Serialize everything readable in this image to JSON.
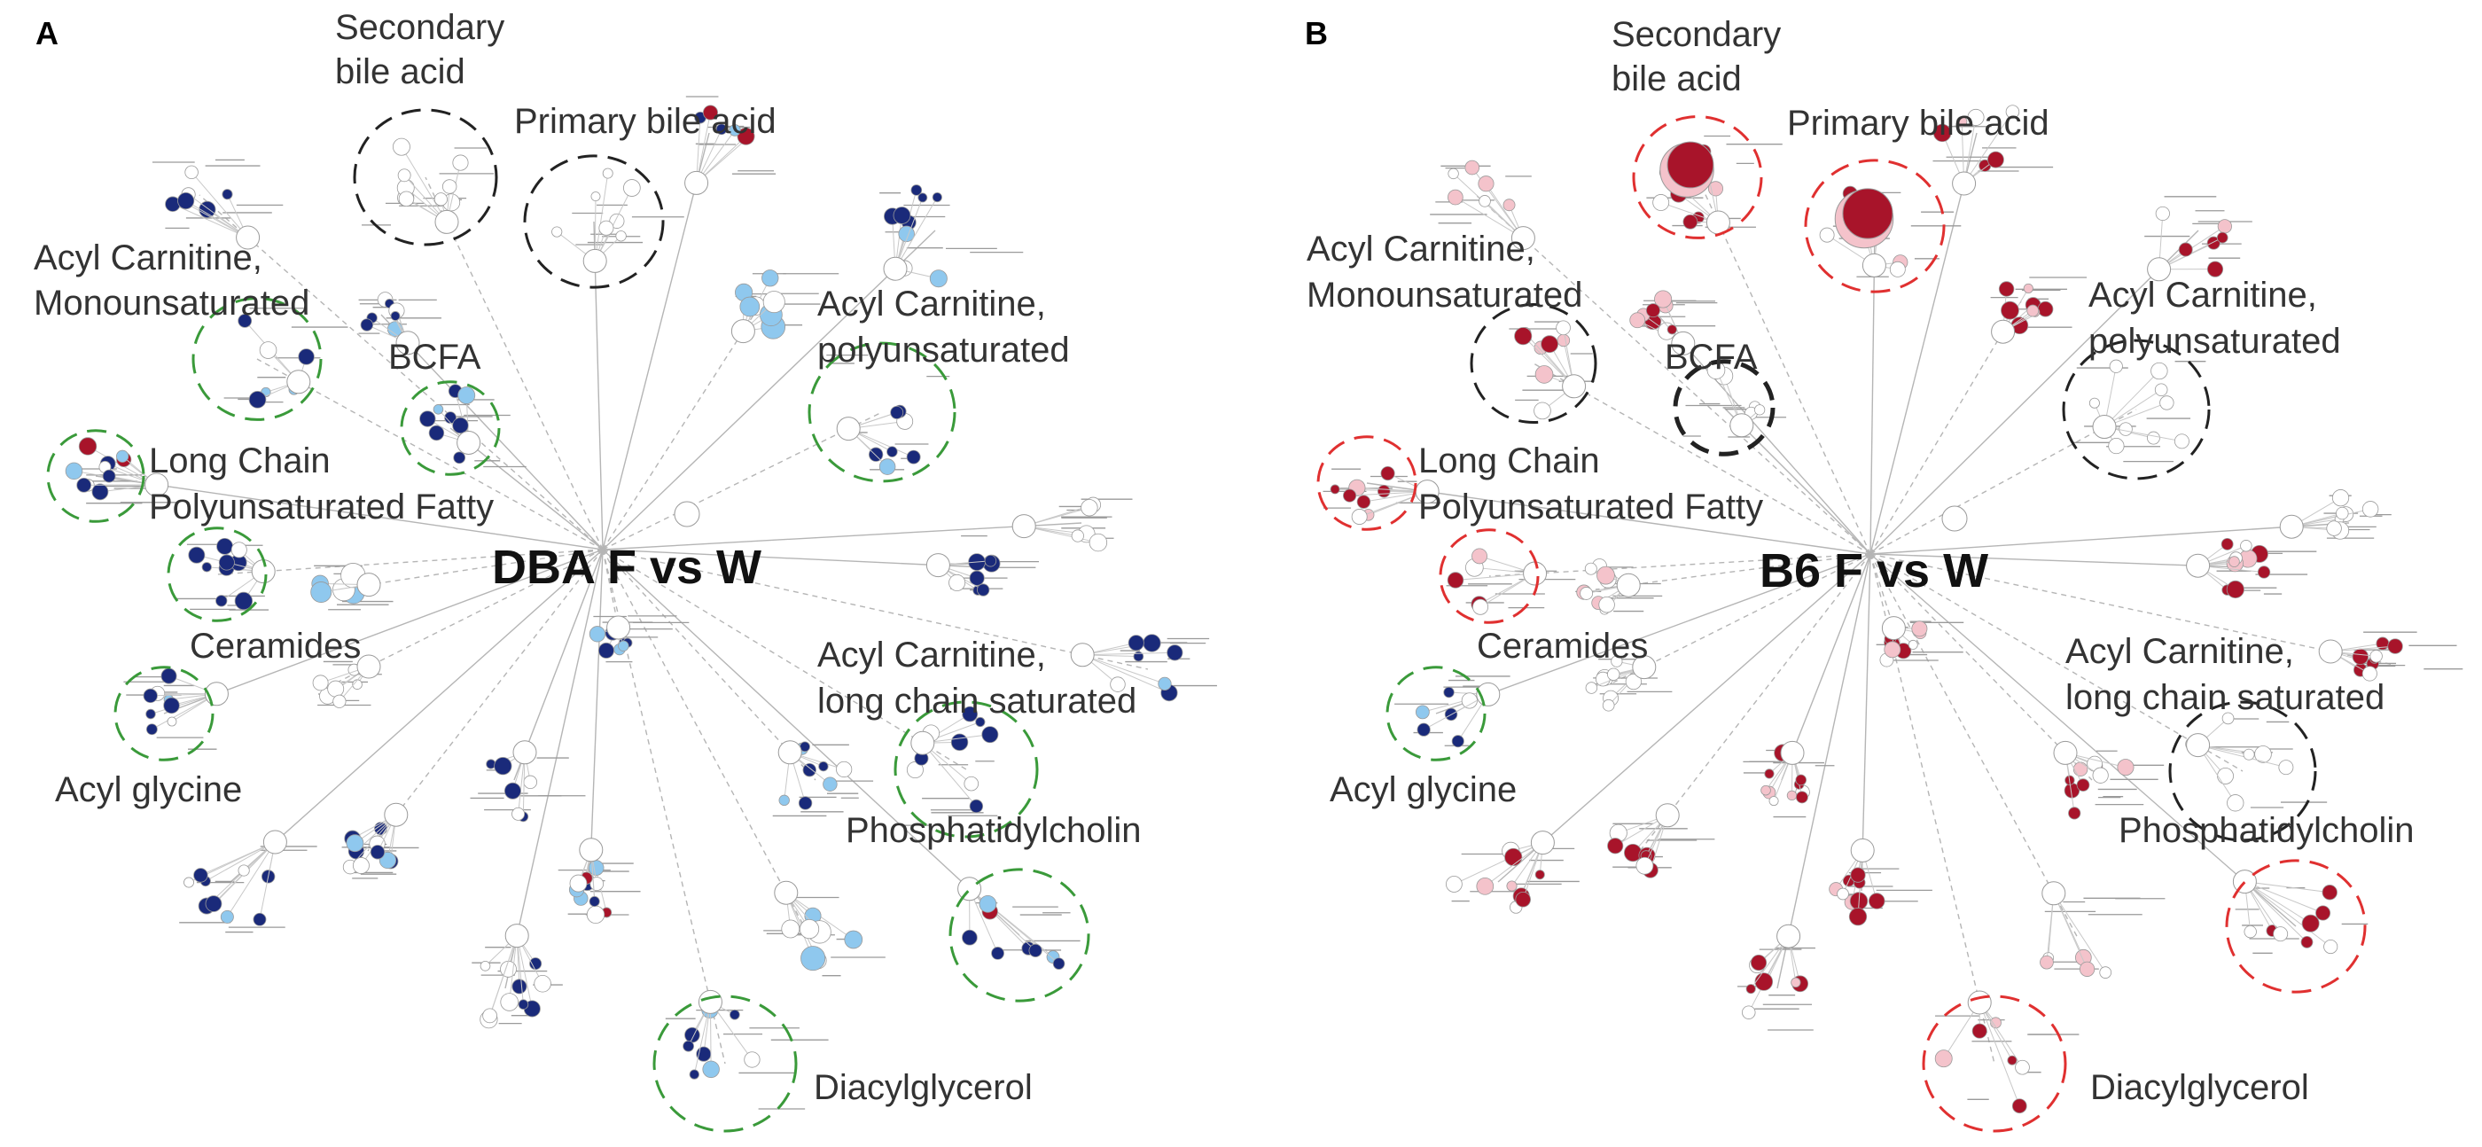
{
  "colors": {
    "background": "#ffffff",
    "edge": "#b5b5b5",
    "node_default": "#ffffff",
    "node_stroke": "#9a9a9a",
    "dark_blue": "#1a2a7a",
    "light_blue": "#8fc8ee",
    "dark_red": "#a8142a",
    "pink": "#f4c3cb",
    "ring_green": "#3a9a3a",
    "ring_red": "#e03030",
    "ring_black": "#222222",
    "tiny_text": "#9a9a9a"
  },
  "panels": [
    {
      "letter": "A",
      "title": "DBA F vs W",
      "labels": {
        "secondary_bile_acid": [
          "Secondary",
          "bile acid"
        ],
        "primary_bile_acid": [
          "Primary bile acid"
        ],
        "acyl_carnitine_mono": [
          "Acyl Carnitine,",
          "Monounsaturated"
        ],
        "bcfa": [
          "BCFA"
        ],
        "acyl_carnitine_poly": [
          "Acyl Carnitine,",
          "polyunsaturated"
        ],
        "long_chain_pufa": [
          "Long Chain",
          "Polyunsaturated Fatty"
        ],
        "ceramides": [
          "Ceramides"
        ],
        "acyl_carnitine_lcs": [
          "Acyl Carnitine,",
          "long chain saturated"
        ],
        "acyl_glycine": [
          "Acyl glycine"
        ],
        "phosphatidylcholin": [
          "Phosphatidylcholin"
        ],
        "diacylglycerol": [
          "Diacylglycerol"
        ]
      }
    },
    {
      "letter": "B",
      "title": "B6 F vs W",
      "labels": {
        "secondary_bile_acid": [
          "Secondary",
          "bile acid"
        ],
        "primary_bile_acid": [
          "Primary bile acid"
        ],
        "acyl_carnitine_mono": [
          "Acyl Carnitine,",
          "Monounsaturated"
        ],
        "bcfa": [
          "BCFA"
        ],
        "acyl_carnitine_poly": [
          "Acyl Carnitine,",
          "polyunsaturated"
        ],
        "long_chain_pufa": [
          "Long Chain",
          "Polyunsaturated Fatty"
        ],
        "ceramides": [
          "Ceramides"
        ],
        "acyl_carnitine_lcs": [
          "Acyl Carnitine,",
          "long chain saturated"
        ],
        "acyl_glycine": [
          "Acyl glycine"
        ],
        "phosphatidylcholin": [
          "Phosphatidylcholin"
        ],
        "diacylglycerol": [
          "Diacylglycerol"
        ]
      }
    }
  ],
  "pathway_rings": [
    {
      "key": "secondary_bile_acid",
      "a": "black",
      "b": "red"
    },
    {
      "key": "primary_bile_acid",
      "a": "black",
      "b": "red"
    },
    {
      "key": "acyl_carnitine_mono",
      "a": "green",
      "b": "black"
    },
    {
      "key": "bcfa",
      "a": "green",
      "b": "black"
    },
    {
      "key": "acyl_carnitine_poly",
      "a": "green",
      "b": "black"
    },
    {
      "key": "long_chain_pufa",
      "a": "green",
      "b": "red"
    },
    {
      "key": "ceramides",
      "a": "green",
      "b": "red"
    },
    {
      "key": "acyl_glycine",
      "a": "green",
      "b": "green"
    },
    {
      "key": "acyl_carnitine_lcs",
      "a": "green",
      "b": "black"
    },
    {
      "key": "phosphatidylcholin",
      "a": "green",
      "b": "red"
    },
    {
      "key": "diacylglycerol",
      "a": "green",
      "b": "red"
    }
  ]
}
